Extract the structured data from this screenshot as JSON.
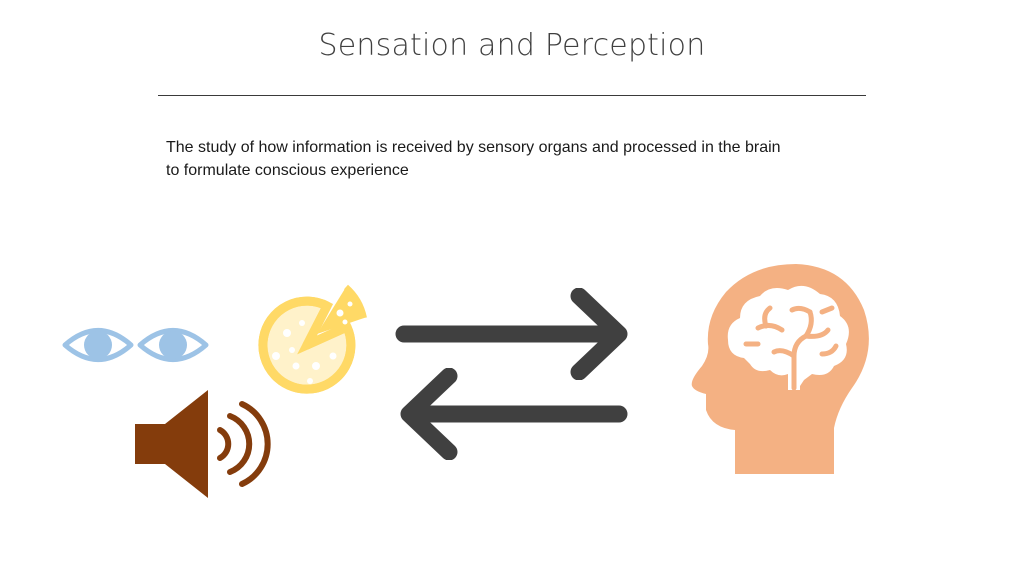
{
  "slide": {
    "title": "Sensation and Perception",
    "description_lines": [
      "The study of how information is received by sensory organs and processed in the brain",
      "to formulate conscious experience"
    ]
  },
  "icons": {
    "left_eye": "eye-icon",
    "right_eye": "eye-icon",
    "pizza": "pizza-icon",
    "speaker": "speaker-icon",
    "arrow_right": "arrow-right-icon",
    "arrow_left": "arrow-left-icon",
    "head": "head-brain-icon"
  },
  "colors": {
    "eye": "#9dc3e6",
    "pizza": "#ffd966",
    "speaker": "#843c0c",
    "arrows": "#404040",
    "head": "#f4b183"
  }
}
